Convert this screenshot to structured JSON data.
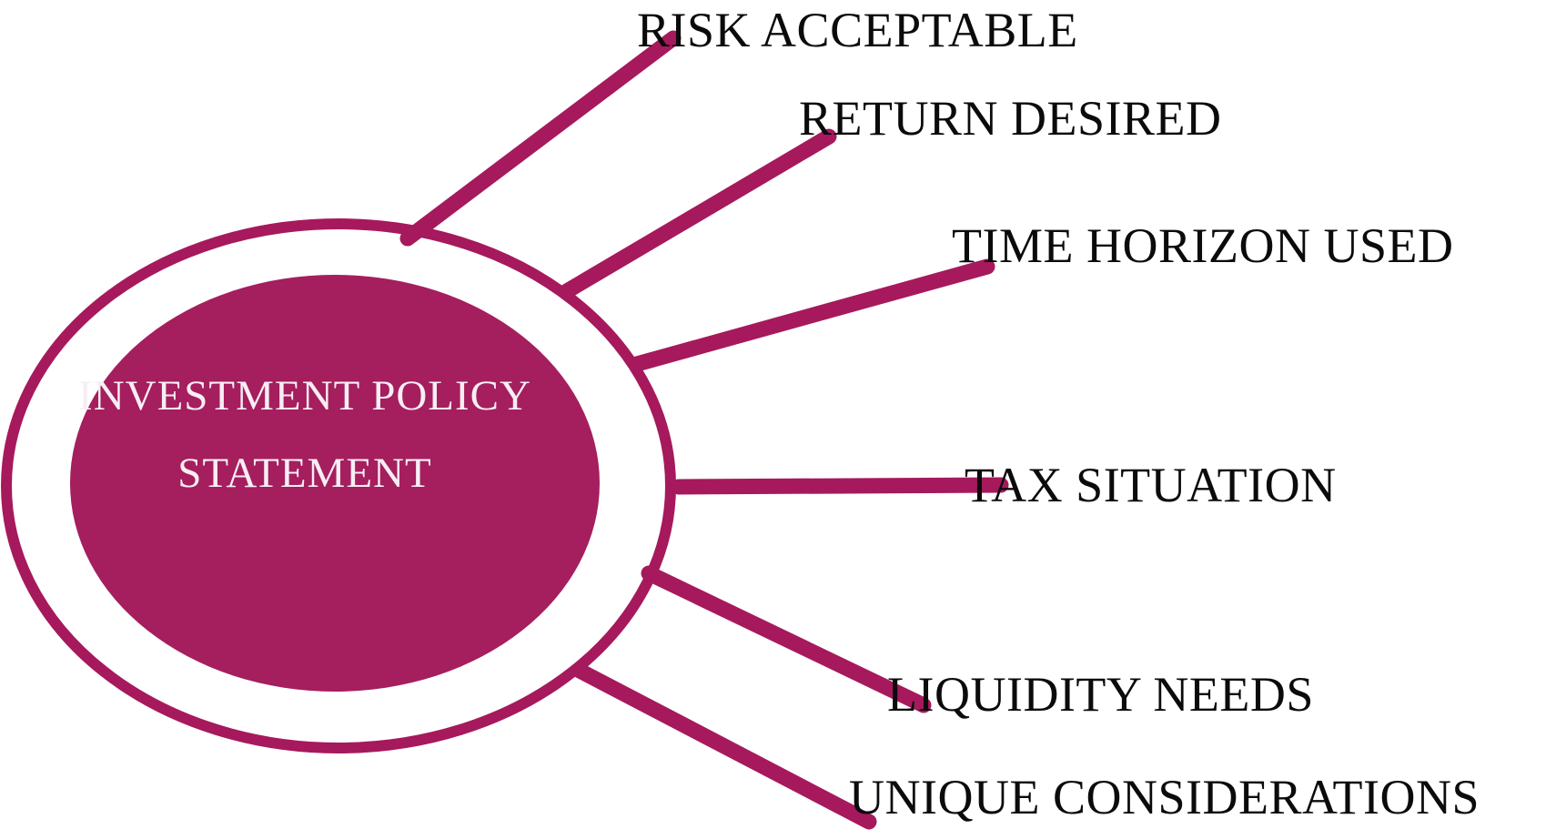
{
  "diagram": {
    "type": "hub-and-spoke",
    "center_node": {
      "line1": "INVESTMENT POLICY",
      "line2": "STATEMENT"
    },
    "spokes": [
      {
        "label": "RISK ACCEPTABLE"
      },
      {
        "label": "RETURN DESIRED"
      },
      {
        "label": "TIME HORIZON USED"
      },
      {
        "label": "TAX SITUATION"
      },
      {
        "label": "LIQUIDITY NEEDS"
      },
      {
        "label": "UNIQUE CONSIDERATIONS"
      }
    ],
    "colors": {
      "accent_stroke": "#A6195C",
      "node_fill": "#A51E5E",
      "label_text": "#0B0B0B",
      "center_text": "#F7EEF4",
      "background": "#FFFFFF"
    }
  }
}
